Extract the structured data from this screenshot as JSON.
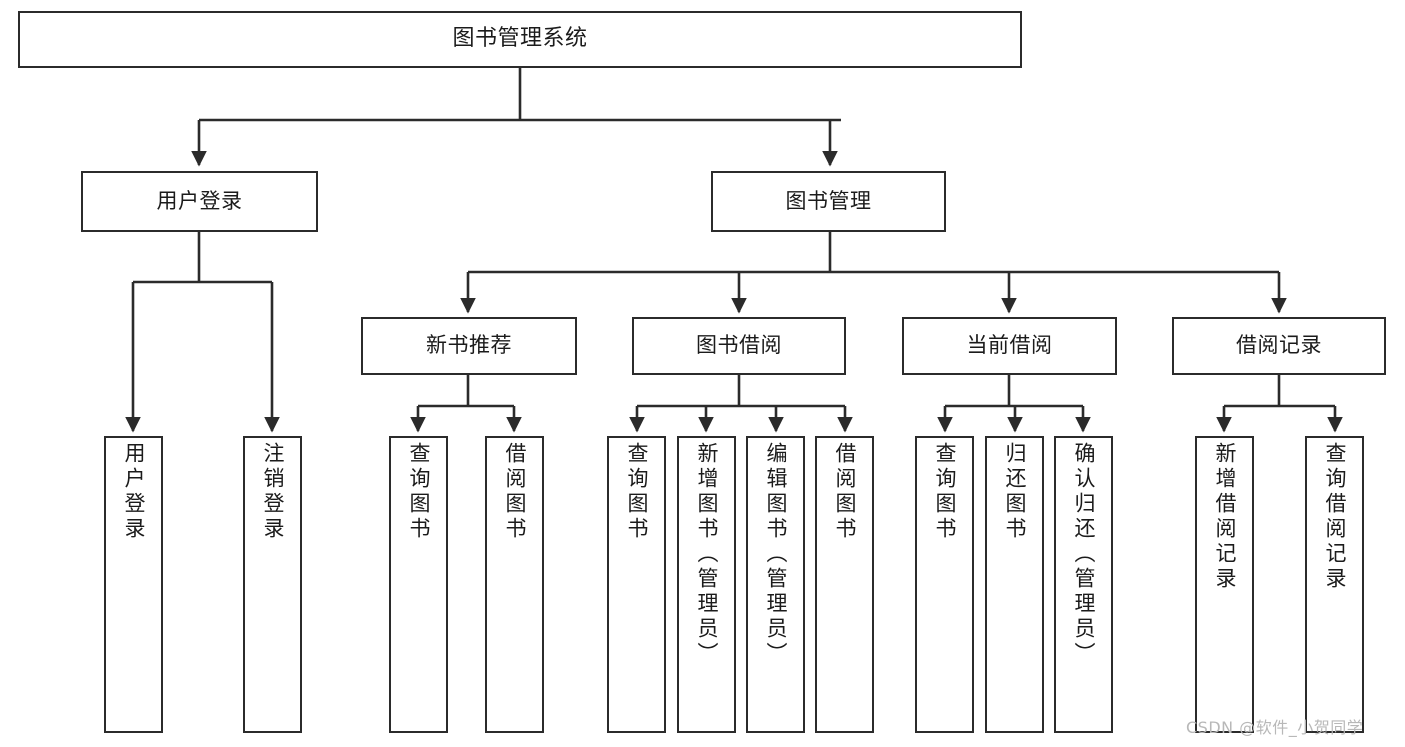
{
  "diagram": {
    "title": "图书管理系统",
    "type": "功能结构图",
    "watermark": "CSDN @软件_小贺同学",
    "colors": {
      "box_border": "#2b2b2b",
      "box_fill": "#ffffff",
      "connector": "#2b2b2b",
      "text": "#1b1b1b",
      "watermark": "#b8b8b8",
      "background": "#ffffff"
    }
  },
  "nodes": {
    "root": {
      "label": "图书管理系统",
      "level": 1,
      "orientation": "horizontal"
    },
    "level2": [
      {
        "id": "user-login",
        "label": "用户登录",
        "orientation": "horizontal"
      },
      {
        "id": "book-management",
        "label": "图书管理",
        "orientation": "horizontal"
      }
    ],
    "level3": [
      {
        "id": "new-book-recommend",
        "label": "新书推荐",
        "orientation": "horizontal"
      },
      {
        "id": "book-borrow",
        "label": "图书借阅",
        "orientation": "horizontal"
      },
      {
        "id": "current-borrow",
        "label": "当前借阅",
        "orientation": "horizontal"
      },
      {
        "id": "borrow-record",
        "label": "借阅记录",
        "orientation": "horizontal"
      }
    ],
    "leaves": {
      "user-login": [
        {
          "id": "login",
          "label": "用户登录",
          "orientation": "vertical"
        },
        {
          "id": "logout",
          "label": "注销登录",
          "orientation": "vertical"
        }
      ],
      "new-book-recommend": [
        {
          "id": "query-book-1",
          "label": "查询图书",
          "orientation": "vertical"
        },
        {
          "id": "borrow-book-1",
          "label": "借阅图书",
          "orientation": "vertical"
        }
      ],
      "book-borrow": [
        {
          "id": "query-book-2",
          "label": "查询图书",
          "orientation": "vertical"
        },
        {
          "id": "add-book",
          "label": "新增图书（管理员）",
          "orientation": "vertical"
        },
        {
          "id": "edit-book",
          "label": "编辑图书（管理员）",
          "orientation": "vertical"
        },
        {
          "id": "borrow-book-2",
          "label": "借阅图书",
          "orientation": "vertical"
        }
      ],
      "current-borrow": [
        {
          "id": "query-book-3",
          "label": "查询图书",
          "orientation": "vertical"
        },
        {
          "id": "return-book",
          "label": "归还图书",
          "orientation": "vertical"
        },
        {
          "id": "confirm-return",
          "label": "确认归还（管理员）",
          "orientation": "vertical"
        }
      ],
      "borrow-record": [
        {
          "id": "add-borrow-record",
          "label": "新增借阅记录",
          "orientation": "vertical"
        },
        {
          "id": "query-borrow-record",
          "label": "查询借阅记录",
          "orientation": "vertical"
        }
      ]
    }
  }
}
